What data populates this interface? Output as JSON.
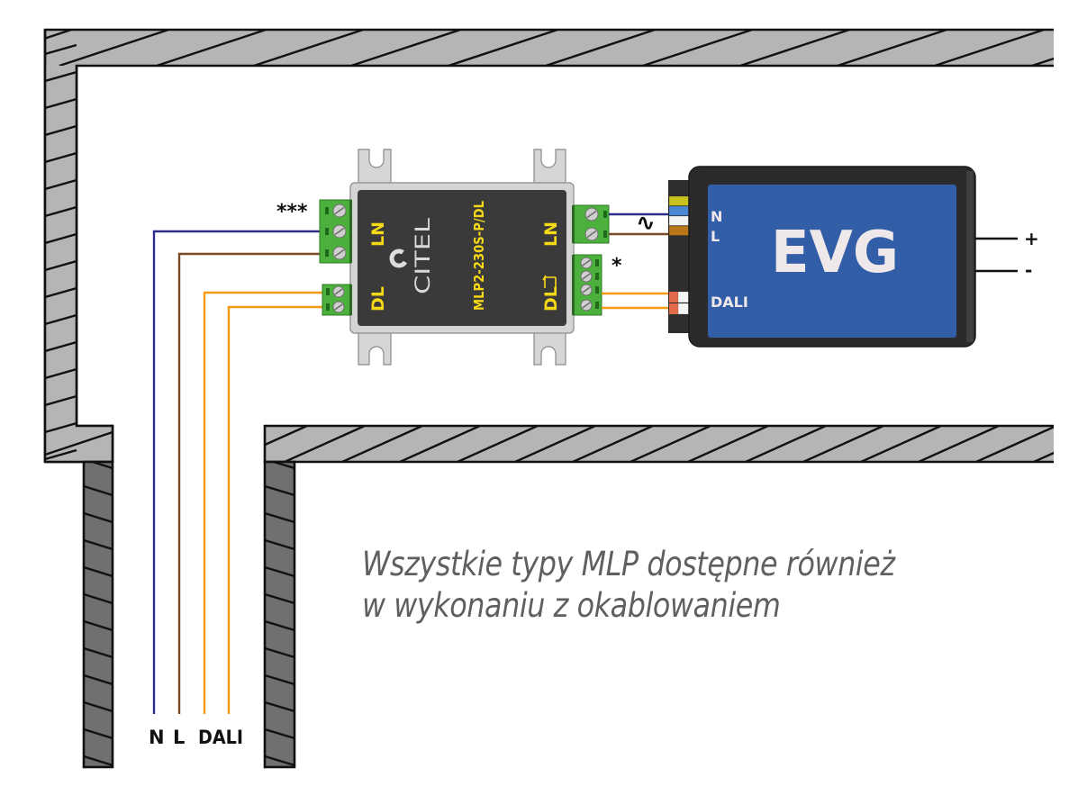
{
  "surge_protector": {
    "brand": "CITEL",
    "model": "MLP2-230S-P/DL",
    "input_labels": {
      "dali": "DL",
      "power": "LN"
    },
    "output_labels": {
      "dali": "DL",
      "power": "LN"
    },
    "input_terminal_note": "***",
    "output_terminal_note": "*"
  },
  "ballast": {
    "name": "EVG",
    "input_labels": {
      "neutral": "N",
      "line": "L",
      "dali": "DALI"
    },
    "output_labels": {
      "plus": "+",
      "minus": "-"
    },
    "ac_symbol": "∿",
    "connector_colors": [
      "#c9c31e",
      "#4a86d4",
      "#f2f2f2",
      "#b8781a",
      "#e06a4a",
      "#e06a4a"
    ]
  },
  "wires": {
    "labels": {
      "neutral": "N",
      "line": "L",
      "dali": "DALI"
    },
    "colors": {
      "neutral": "#2e2d8c",
      "line": "#7a4a24",
      "dali": "#f59a12"
    }
  },
  "colors": {
    "wall_fill": "#b5b5b5",
    "pillar_fill": "#707070",
    "device_body": "#3a3a3a",
    "device_frame": "#d4d4d4",
    "label_yellow": "#f7d917",
    "terminal_green": "#4cb13c",
    "evg_panel": "#325ea8",
    "evg_text": "#efe8ea"
  },
  "caption": {
    "line1": "Wszystkie typy MLP dostępne również",
    "line2": "w wykonaniu z okablowaniem"
  }
}
